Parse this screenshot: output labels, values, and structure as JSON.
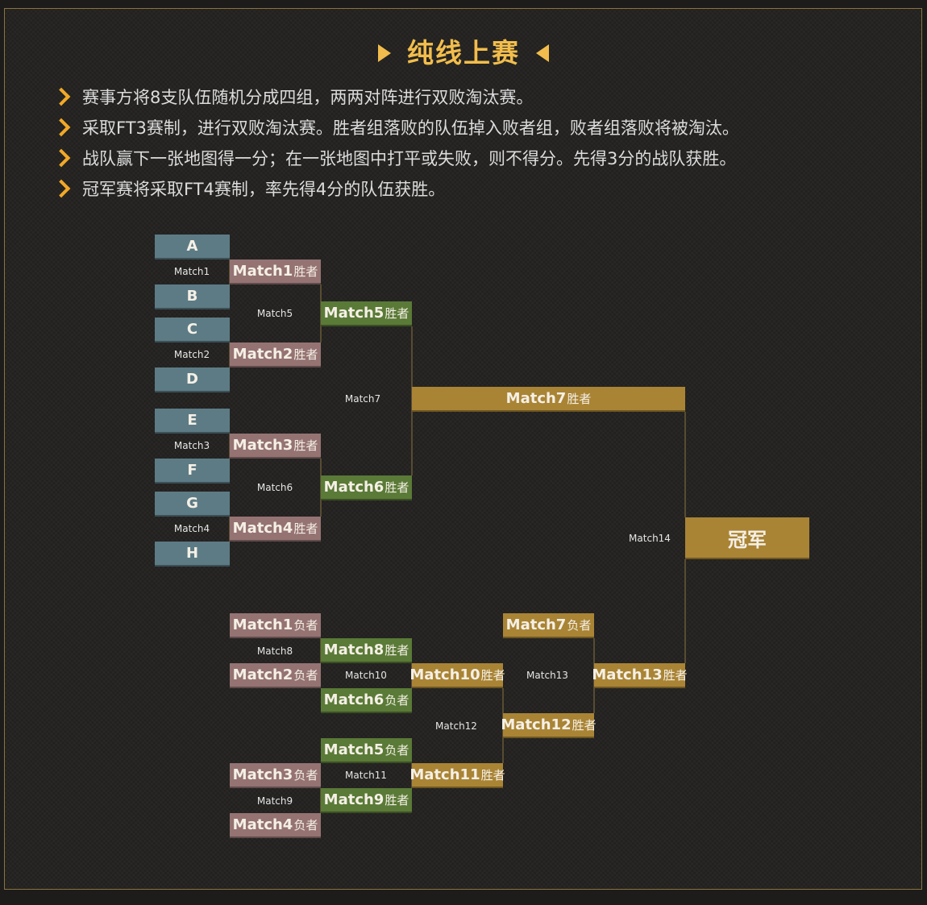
{
  "title": "纯线上赛",
  "rules": [
    "赛事方将8支队伍随机分成四组，两两对阵进行双败淘汰赛。",
    "采取FT3赛制，进行双败淘汰赛。胜者组落败的队伍掉入败者组，败者组落败将被淘汰。",
    "战队赢下一张地图得一分；在一张地图中打平或失败，则不得分。先得3分的战队获胜。",
    "冠军赛将采取FT4赛制，率先得4分的队伍获胜。"
  ],
  "colors": {
    "title": "#f2bd4c",
    "team": "#5d7b85",
    "round1_result": "#957373",
    "green_result": "#5a7a37",
    "gold_result": "#a98435",
    "connector": "#8a7340"
  },
  "bracket": {
    "teams": [
      "A",
      "B",
      "C",
      "D",
      "E",
      "F",
      "G",
      "H"
    ],
    "match_labels": [
      "Match1",
      "Match2",
      "Match3",
      "Match4",
      "Match5",
      "Match6",
      "Match7",
      "Match8",
      "Match9",
      "Match10",
      "Match11",
      "Match12",
      "Match13",
      "Match14"
    ],
    "winner_suffix": "胜者",
    "loser_suffix": "负者",
    "champion": "冠军"
  }
}
